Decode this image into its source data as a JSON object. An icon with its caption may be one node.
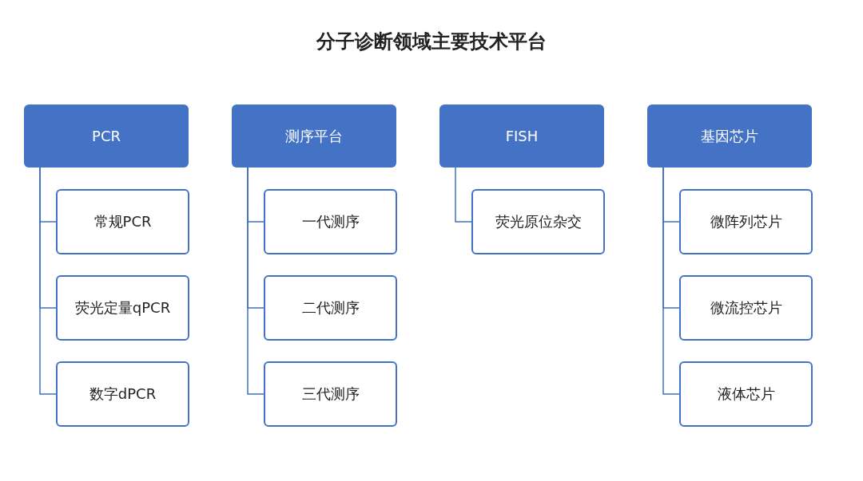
{
  "diagram": {
    "title": "分子诊断领域主要技术平台",
    "nodes": [
      {
        "text": [
          "PCR"
        ]
      },
      {
        "text": [
          "常规PCR"
        ]
      },
      {
        "text": [
          "荧光定量qPCR"
        ]
      },
      {
        "text": [
          "数字dPCR"
        ]
      },
      {
        "text": [
          "测序平台"
        ]
      },
      {
        "text": [
          "一代测序"
        ]
      },
      {
        "text": [
          "二代测序"
        ]
      },
      {
        "text": [
          "三代测序"
        ]
      },
      {
        "text": [
          "FISH"
        ]
      },
      {
        "text": [
          "荧光原位杂交"
        ]
      },
      {
        "text": [
          "基因芯片"
        ]
      },
      {
        "text": [
          "微阵列芯片"
        ]
      },
      {
        "text": [
          "微流控芯片"
        ]
      },
      {
        "text": [
          "液体芯片"
        ]
      }
    ],
    "edges": [
      {
        "from": 0,
        "to": 1,
        "arrow": "none"
      },
      {
        "from": 0,
        "to": 2,
        "arrow": "none"
      },
      {
        "from": 0,
        "to": 3,
        "arrow": "none"
      },
      {
        "from": 4,
        "to": 5,
        "arrow": "none"
      },
      {
        "from": 4,
        "to": 6,
        "arrow": "none"
      },
      {
        "from": 4,
        "to": 7,
        "arrow": "none"
      },
      {
        "from": 8,
        "to": 9,
        "arrow": "none"
      },
      {
        "from": 10,
        "to": 11,
        "arrow": "none"
      },
      {
        "from": 10,
        "to": 12,
        "arrow": "none"
      },
      {
        "from": 10,
        "to": 13,
        "arrow": "none"
      }
    ]
  }
}
